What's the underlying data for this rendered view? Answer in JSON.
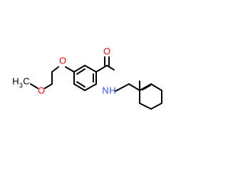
{
  "molecule": {
    "atoms": {
      "carbonyl_oxygen": {
        "symbol": "O",
        "color": "#ff0000"
      },
      "amide_nitrogen": {
        "symbol": "N",
        "hydrogen": "H",
        "color": "#3050f8"
      },
      "ether_oxygen": {
        "symbol": "O",
        "color": "#ff0000"
      },
      "methoxy_oxygen": {
        "symbol": "O",
        "color": "#ff0000"
      },
      "methyl": {
        "symbol": "H",
        "count": "3",
        "carbon": "C",
        "color": "#000000"
      }
    },
    "bond_color": "#000000"
  }
}
